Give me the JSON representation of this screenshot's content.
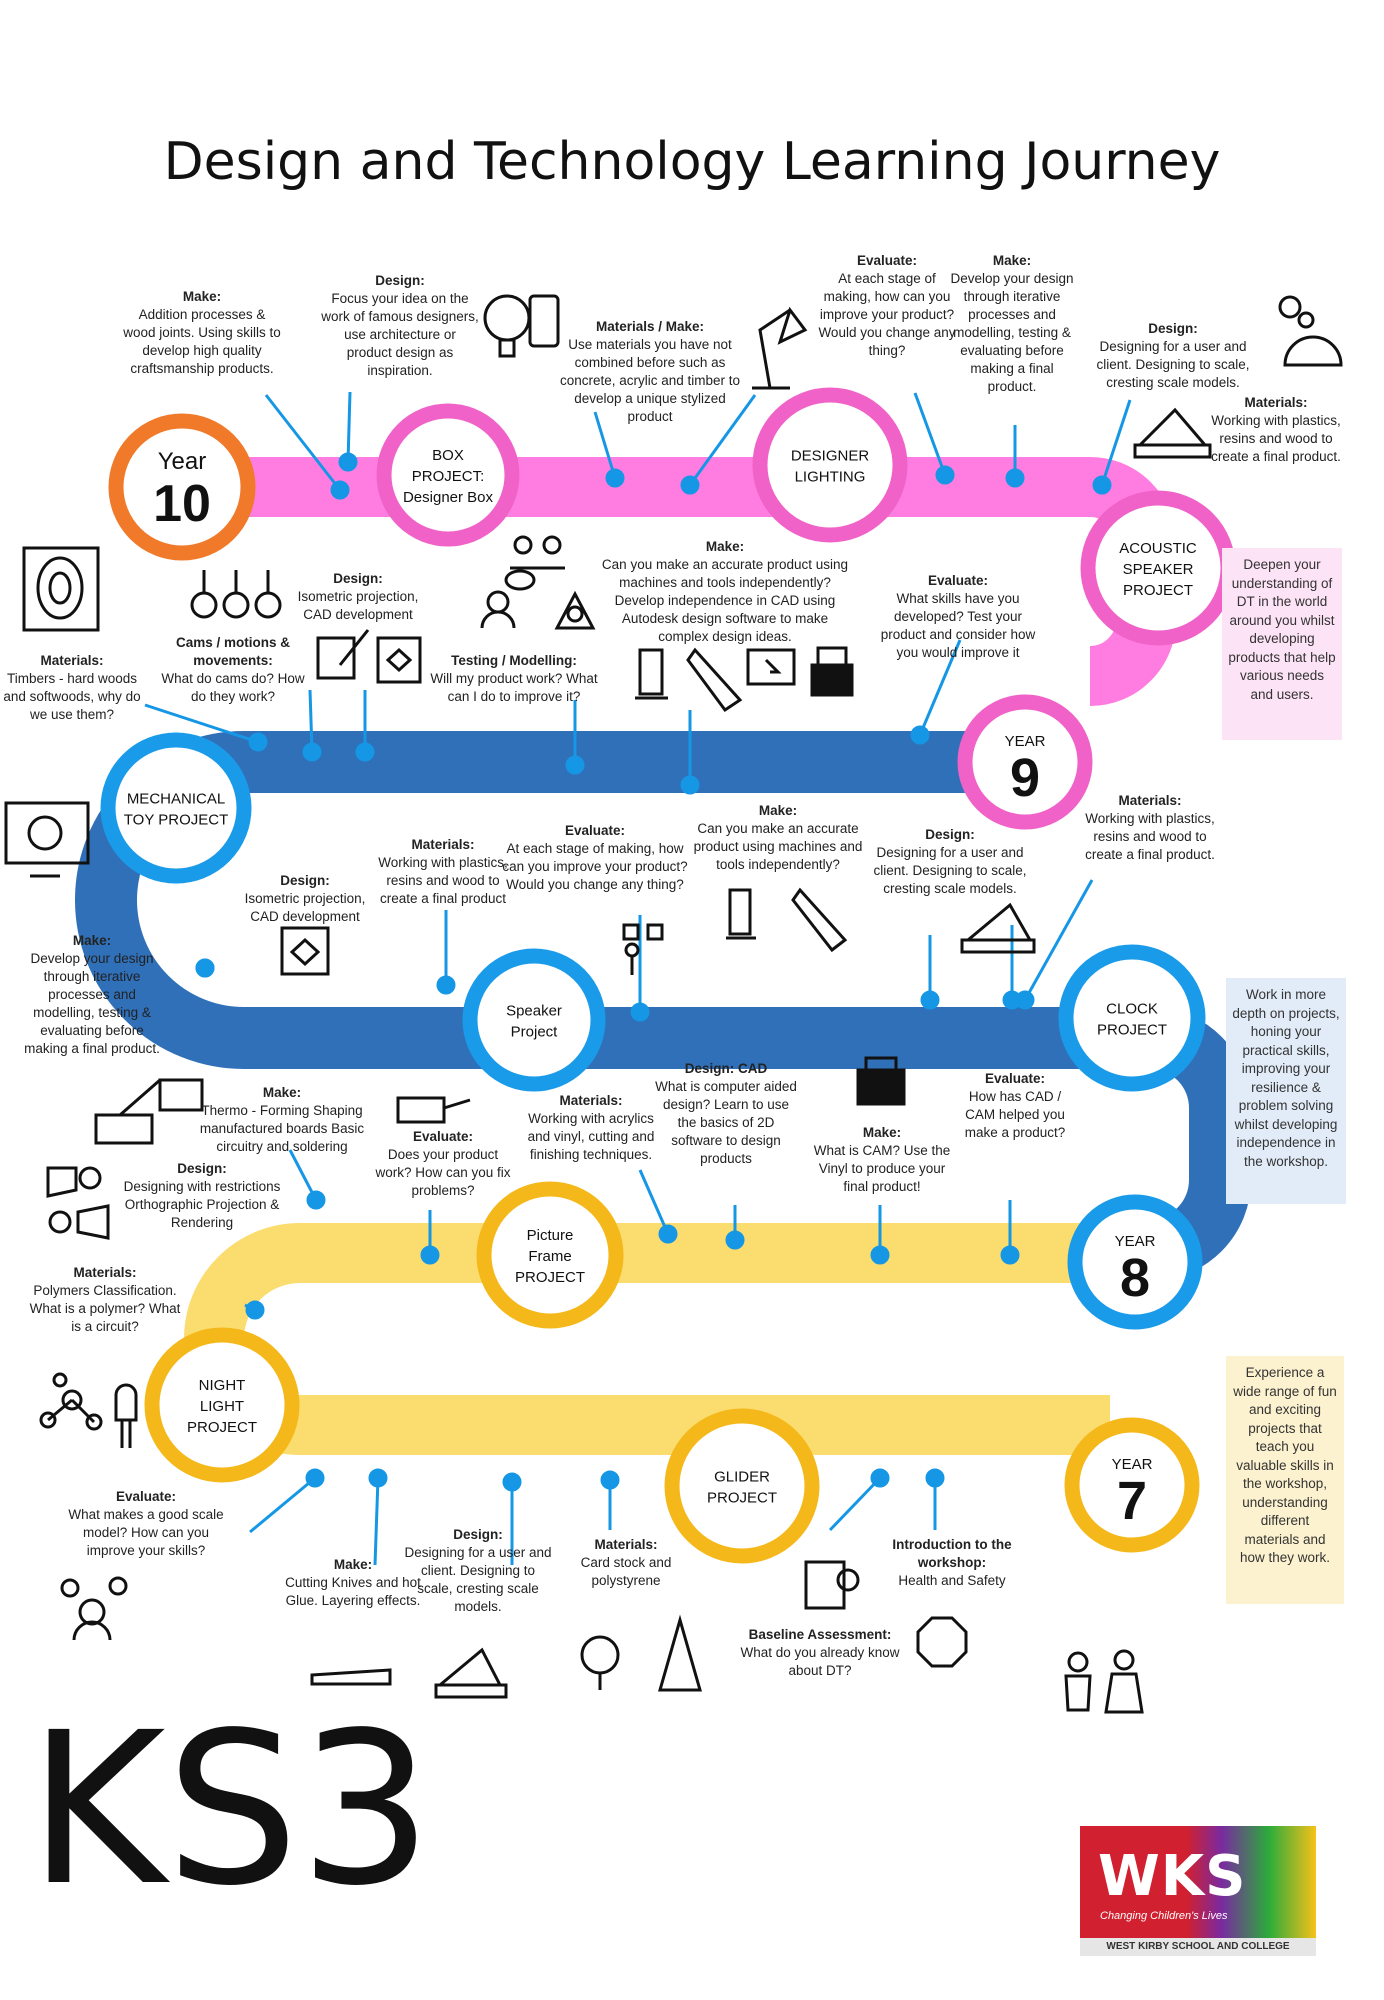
{
  "title": "Design and Technology Learning Journey",
  "ks_label": "KS3",
  "colors": {
    "year10": "#ff73d8",
    "year9": "#2f6db5",
    "year8": "#f9d768",
    "year7": "#fbe077",
    "orange": "#f07a2a",
    "pink": "#f062c8",
    "blue": "#1a9bea",
    "yellow": "#f5b81a"
  },
  "years": [
    {
      "prefix": "Year",
      "number": "10"
    },
    {
      "prefix": "YEAR",
      "number": "9"
    },
    {
      "prefix": "YEAR",
      "number": "8"
    },
    {
      "prefix": "YEAR",
      "number": "7"
    }
  ],
  "projects": {
    "box": [
      "BOX",
      "PROJECT:",
      "Designer Box"
    ],
    "lighting": [
      "DESIGNER",
      "LIGHTING"
    ],
    "speaker_acoustic": [
      "ACOUSTIC",
      "SPEAKER",
      "PROJECT"
    ],
    "mechanical": [
      "MECHANICAL",
      "TOY PROJECT"
    ],
    "speaker": [
      "Speaker",
      "Project"
    ],
    "clock": [
      "CLOCK",
      "PROJECT"
    ],
    "picture": [
      "Picture",
      "Frame",
      "PROJECT"
    ],
    "night": [
      "NIGHT",
      "LIGHT",
      "PROJECT"
    ],
    "glider": [
      "GLIDER",
      "PROJECT"
    ]
  },
  "notes": [
    {
      "id": "y10-make-1",
      "head": "Make:",
      "body": "Addition processes & wood joints. Using skills to develop high quality craftsmanship products."
    },
    {
      "id": "y10-design-1",
      "head": "Design:",
      "body": "Focus your idea on the work of famous designers, use architecture or product design as inspiration."
    },
    {
      "id": "y10-materials-make",
      "head": "Materials / Make:",
      "body": "Use materials you have not combined before such as concrete, acrylic and timber to develop a unique stylized product"
    },
    {
      "id": "y10-evaluate",
      "head": "Evaluate:",
      "body": "At each stage of making, how can you improve your product? Would you change any thing?"
    },
    {
      "id": "y10-make-2",
      "head": "Make:",
      "body": "Develop your design through iterative processes and modelling, testing & evaluating before making a final product."
    },
    {
      "id": "y10-design-2",
      "head": "Design:",
      "body": "Designing for a user and client. Designing to scale, cresting scale models."
    },
    {
      "id": "y10-materials",
      "head": "Materials:",
      "body": "Working with plastics, resins and wood to create a final product."
    },
    {
      "id": "y9-materials-timber",
      "head": "Materials:",
      "body": "Timbers - hard woods and softwoods, why do we use them?"
    },
    {
      "id": "y9-cams",
      "head": "Cams / motions & movements:",
      "body": "What do cams do? How do they work?"
    },
    {
      "id": "y9-design-iso",
      "head": "Design:",
      "body": "Isometric projection, CAD development"
    },
    {
      "id": "y9-testing",
      "head": "Testing / Modelling:",
      "body": "Will my product work? What can I do to improve it?"
    },
    {
      "id": "y9-make",
      "head": "Make:",
      "body": "Can you make an accurate product using machines and tools independently? Develop independence in CAD using Autodesk design software to make complex design ideas."
    },
    {
      "id": "y9-evaluate",
      "head": "Evaluate:",
      "body": "What skills have you developed? Test your product and consider how you would improve it"
    },
    {
      "id": "y9-make-develop",
      "head": "Make:",
      "body": "Develop your design through iterative processes and modelling, testing & evaluating before making a final product."
    },
    {
      "id": "y9-design-iso-2",
      "head": "Design:",
      "body": "Isometric projection, CAD development"
    },
    {
      "id": "y9-materials-2",
      "head": "Materials:",
      "body": "Working with plastics, resins and wood to create a final product"
    },
    {
      "id": "y9-evaluate-2",
      "head": "Evaluate:",
      "body": "At each stage of making, how can you improve your product? Would you change any thing?"
    },
    {
      "id": "y9-make-accurate",
      "head": "Make:",
      "body": "Can you make an accurate product using machines and tools independently?"
    },
    {
      "id": "y9-design-client",
      "head": "Design:",
      "body": "Designing for a user and client. Designing to scale, cresting scale models."
    },
    {
      "id": "y9-materials-3",
      "head": "Materials:",
      "body": "Working with plastics, resins and wood to create a final product."
    },
    {
      "id": "y8-make-thermo",
      "head": "Make:",
      "body": "Thermo - Forming Shaping manufactured boards Basic circuitry and soldering"
    },
    {
      "id": "y8-design-restrict",
      "head": "Design:",
      "body": "Designing with restrictions Orthographic Projection & Rendering"
    },
    {
      "id": "y8-evaluate-work",
      "head": "Evaluate:",
      "body": "Does your product work? How can you fix problems?"
    },
    {
      "id": "y8-materials-acrylic",
      "head": "Materials:",
      "body": "Working with acrylics and vinyl, cutting and finishing techniques."
    },
    {
      "id": "y8-design-cad",
      "head": "Design: CAD",
      "body": "What is computer aided design? Learn to use the basics of 2D software to design products"
    },
    {
      "id": "y8-make-cam",
      "head": "Make:",
      "body": "What is CAM? Use the Vinyl to produce your final product!"
    },
    {
      "id": "y8-evaluate-cad",
      "head": "Evaluate:",
      "body": "How has CAD / CAM helped you make a product?"
    },
    {
      "id": "y8-materials-polymer",
      "head": "Materials:",
      "body": "Polymers Classification. What is a polymer? What is a circuit?"
    },
    {
      "id": "y7-evaluate",
      "head": "Evaluate:",
      "body": "What makes a good scale model? How can you improve your skills?"
    },
    {
      "id": "y7-make",
      "head": "Make:",
      "body": "Cutting Knives and hot Glue. Layering effects."
    },
    {
      "id": "y7-design",
      "head": "Design:",
      "body": "Designing for a user and client. Designing to scale, cresting scale models."
    },
    {
      "id": "y7-materials",
      "head": "Materials:",
      "body": "Card stock and polystyrene"
    },
    {
      "id": "y7-baseline",
      "head": "Baseline Assessment:",
      "body": "What do you already know about DT?"
    },
    {
      "id": "y7-intro",
      "head": "Introduction to the workshop:",
      "body": "Health and Safety"
    }
  ],
  "side_boxes": [
    {
      "id": "side-y10",
      "text": "Deepen your understanding of DT in the world around you whilst developing products that help various needs and users."
    },
    {
      "id": "side-y9",
      "text": "Work in more depth on projects, honing your practical skills, improving your resilience & problem solving whilst developing independence in the workshop."
    },
    {
      "id": "side-y7",
      "text": "Experience a wide range of fun and exciting projects that teach you valuable skills in the workshop, understanding different materials and how they work."
    }
  ],
  "logo": {
    "name": "WKS",
    "tagline": "Changing Children's Lives",
    "school": "WEST KIRBY SCHOOL AND COLLEGE"
  }
}
